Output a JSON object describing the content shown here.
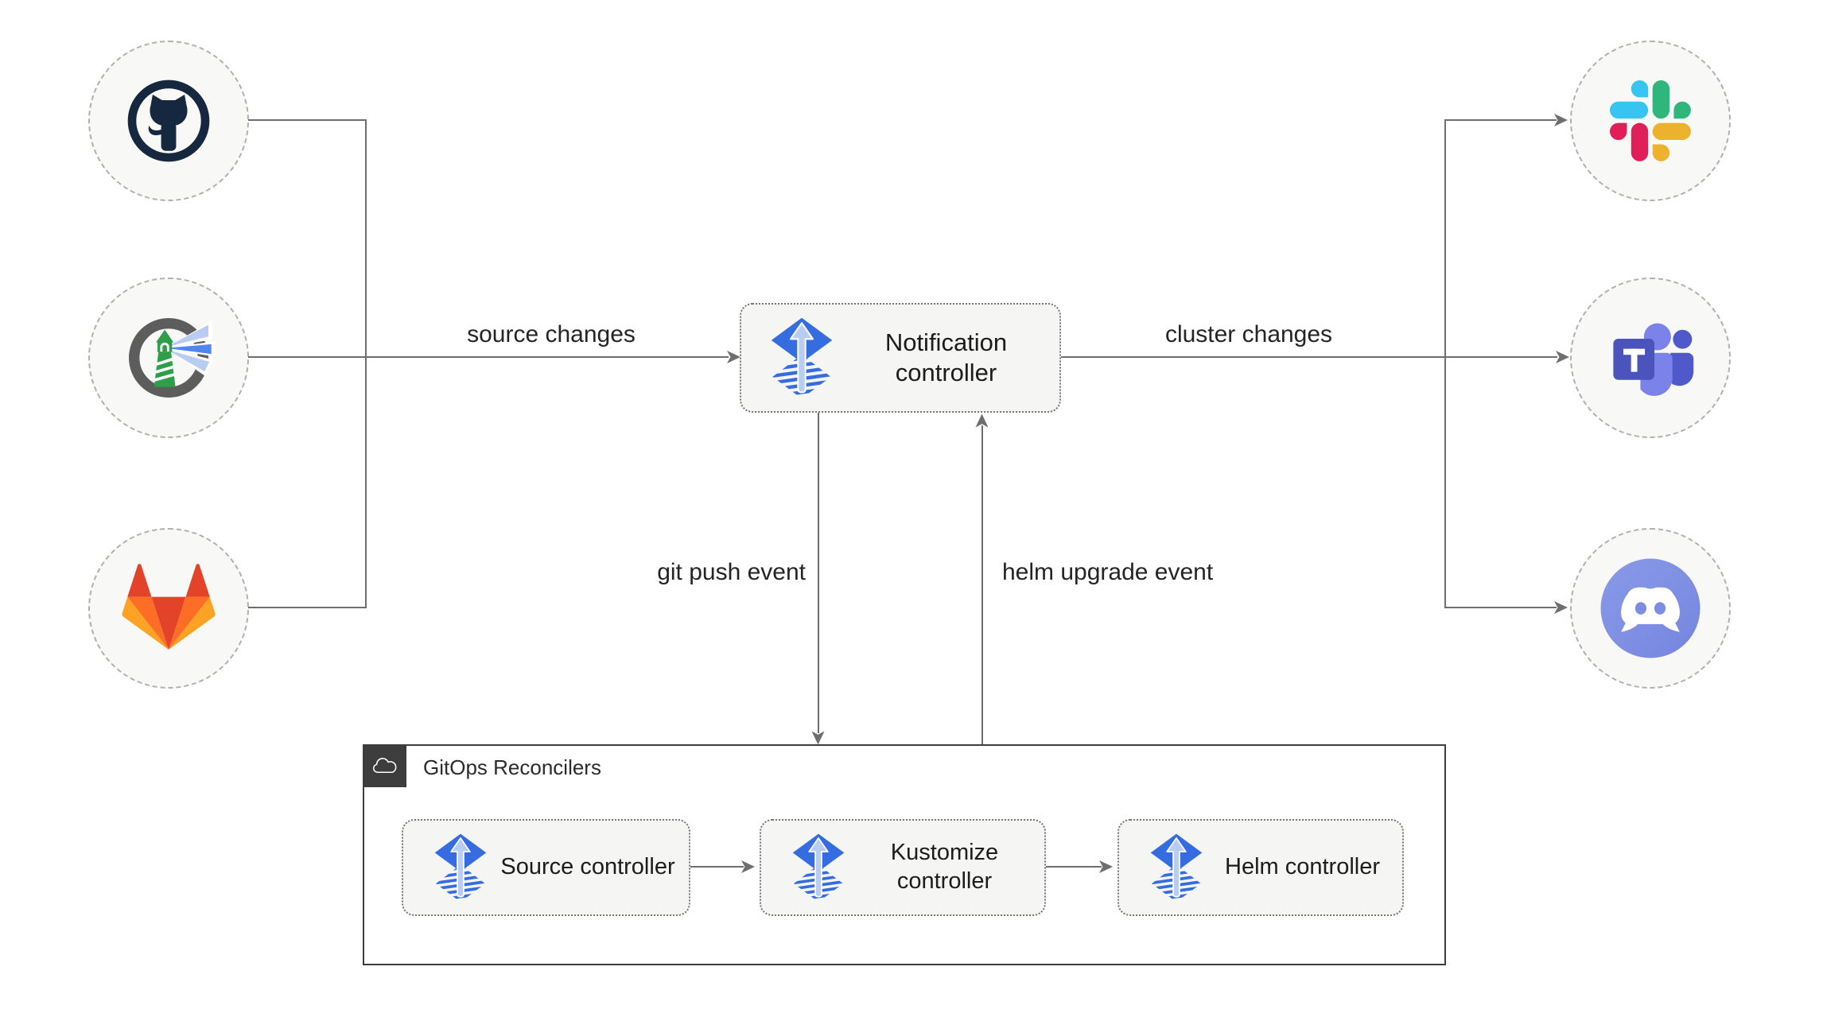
{
  "edges": {
    "source_changes": {
      "label": "source changes"
    },
    "cluster_changes": {
      "label": "cluster changes"
    },
    "git_push_event": {
      "label": "git push event"
    },
    "helm_upgrade_event": {
      "label": "helm upgrade event"
    }
  },
  "nodes": {
    "notification_controller": {
      "label": "Notification controller",
      "icon": "flux-icon"
    },
    "source_controller": {
      "label": "Source controller",
      "icon": "flux-icon"
    },
    "kustomize_controller": {
      "label": "Kustomize controller",
      "icon": "flux-icon"
    },
    "helm_controller": {
      "label": "Helm controller",
      "icon": "flux-icon"
    }
  },
  "groups": {
    "gitops_reconcilers": {
      "label": "GitOps Reconcilers",
      "icon": "cloud-icon"
    }
  },
  "endpoints": {
    "left": [
      {
        "icon": "github-icon"
      },
      {
        "icon": "harbor-icon"
      },
      {
        "icon": "gitlab-icon"
      }
    ],
    "right": [
      {
        "icon": "slack-icon"
      },
      {
        "icon": "teams-icon"
      },
      {
        "icon": "discord-icon"
      }
    ]
  },
  "colors": {
    "flux_blue": "#356de0",
    "flux_light_blue": "#b9cdf3",
    "line_gray": "#6e6e6e",
    "text": "#1c1c1c",
    "box_fill": "#f5f5f4",
    "box_border": "#757575",
    "circle_fill": "#f8f8f6",
    "circle_border": "#b0b0b0",
    "group_border": "#3d3d3d",
    "github_dark": "#16283f",
    "harbor_green": "#2f9e48",
    "harbor_ring": "#5d5d5d",
    "harbor_beam_blue": "#4f86f0",
    "gitlab_red": "#e24329",
    "gitlab_orange": "#fc6d26",
    "gitlab_yellow": "#fca326",
    "slack_blue": "#36c5f0",
    "slack_green": "#2eb67d",
    "slack_red": "#e01e5a",
    "slack_yellow": "#ecb22e",
    "teams_purple": "#4b53bc",
    "teams_mid": "#5059c9",
    "teams_light": "#7b83eb",
    "discord_blurple": "#7d8de2"
  }
}
